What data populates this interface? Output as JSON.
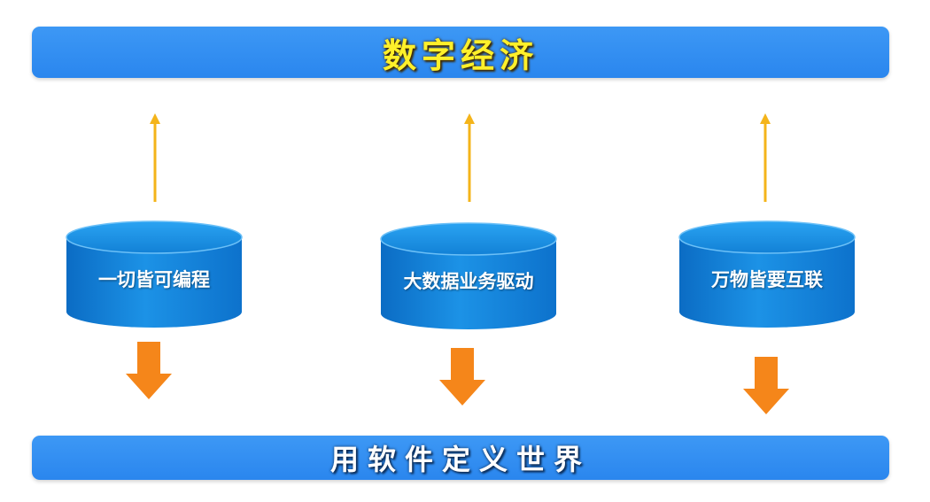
{
  "top_banner": {
    "title": "数字经济"
  },
  "bottom_banner": {
    "title": "用软件定义世界"
  },
  "nodes": [
    {
      "label": "一切皆可编程"
    },
    {
      "label": "大数据业务驱动"
    },
    {
      "label": "万物皆要互联"
    }
  ],
  "colors": {
    "banner": "#2a86ee",
    "top_title": "#fff02a",
    "up_arrow": "#f4b41a",
    "down_arrow": "#f5861a",
    "cylinder": "#1a8de0"
  }
}
